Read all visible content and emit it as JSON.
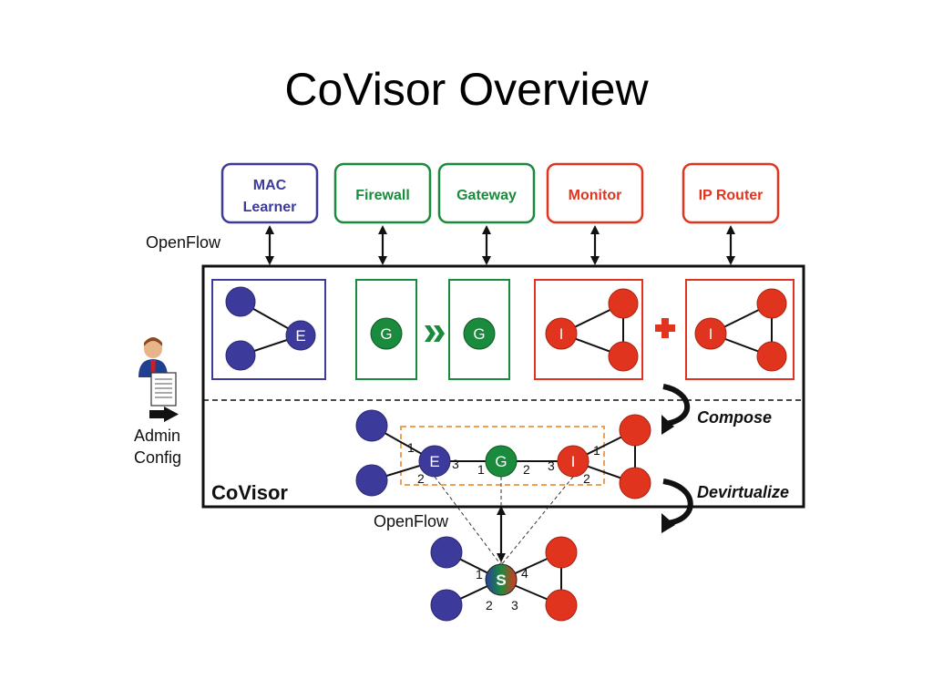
{
  "title": "CoVisor Overview",
  "apps": [
    {
      "label_lines": [
        "MAC",
        "Learner"
      ],
      "color": "#3c3a9b"
    },
    {
      "label_lines": [
        "Firewall"
      ],
      "color": "#1a8a3c"
    },
    {
      "label_lines": [
        "Gateway"
      ],
      "color": "#1a8a3c"
    },
    {
      "label_lines": [
        "Monitor"
      ],
      "color": "#e1341e"
    },
    {
      "label_lines": [
        "IP Router"
      ],
      "color": "#e1341e"
    }
  ],
  "labels": {
    "openflow_top": "OpenFlow",
    "openflow_bottom": "OpenFlow",
    "covisor": "CoVisor",
    "compose": "Compose",
    "devirtualize": "Devirtualize",
    "admin_line1": "Admin",
    "admin_line2": "Config"
  },
  "nodes": {
    "e": "E",
    "g": "G",
    "i": "I",
    "s": "S"
  },
  "ports": {
    "e_left_top": "1",
    "e_left_bottom": "2",
    "e_right": "3",
    "g_left": "1",
    "g_right": "2",
    "i_left": "3",
    "i_right_top": "1",
    "i_right_bottom": "2",
    "s_1": "1",
    "s_2": "2",
    "s_3": "3",
    "s_4": "4"
  },
  "colors": {
    "blue": "#3c3a9b",
    "green": "#1a8a3c",
    "red": "#e1341e",
    "orange_dash": "#f0a050"
  }
}
